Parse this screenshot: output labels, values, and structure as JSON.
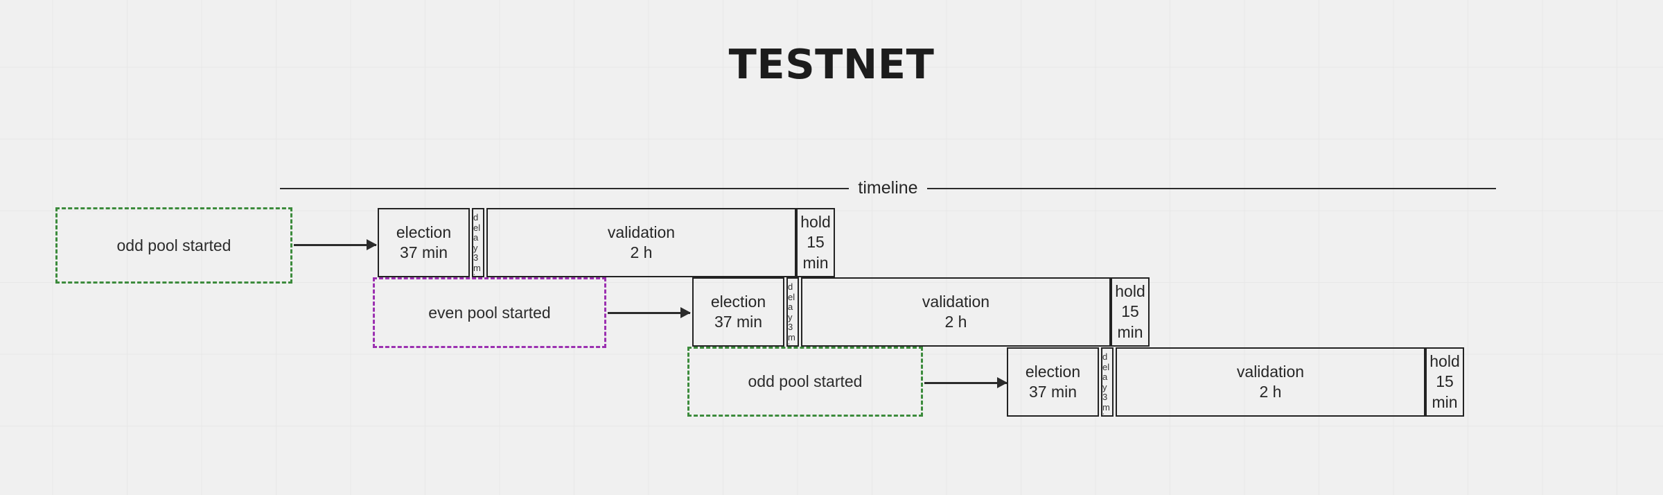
{
  "page": {
    "title": "TESTNET",
    "background_color": "#f0f0f0",
    "ink_color": "#222222"
  },
  "timeline": {
    "label": "timeline"
  },
  "colors": {
    "odd_pool_accent": "#3c8b3c",
    "even_pool_accent": "#9b30b0",
    "box_border": "#222222",
    "text": "#262626"
  },
  "events": [
    {
      "id": "event-1",
      "label": "odd pool started",
      "accent": "odd",
      "color": "#3c8b3c"
    },
    {
      "id": "event-2",
      "label": "even pool started",
      "accent": "even",
      "color": "#9b30b0"
    },
    {
      "id": "event-3",
      "label": "odd pool started",
      "accent": "odd",
      "color": "#3c8b3c"
    }
  ],
  "rows": [
    {
      "id": "row-1",
      "event": "odd pool started",
      "phases": [
        {
          "name": "election",
          "line1": "election",
          "line2": "37 min"
        },
        {
          "name": "delay",
          "text": "delay 3 min"
        },
        {
          "name": "validation",
          "line1": "validation",
          "line2": "2 h"
        },
        {
          "name": "hold",
          "line1": "hold",
          "line2": "15",
          "line3": "min"
        }
      ]
    },
    {
      "id": "row-2",
      "event": "even pool started",
      "phases": [
        {
          "name": "election",
          "line1": "election",
          "line2": "37 min"
        },
        {
          "name": "delay",
          "text": "delay 3 min"
        },
        {
          "name": "validation",
          "line1": "validation",
          "line2": "2 h"
        },
        {
          "name": "hold",
          "line1": "hold",
          "line2": "15",
          "line3": "min"
        }
      ]
    },
    {
      "id": "row-3",
      "event": "odd pool started",
      "phases": [
        {
          "name": "election",
          "line1": "election",
          "line2": "37 min"
        },
        {
          "name": "delay",
          "text": "delay 3 min"
        },
        {
          "name": "validation",
          "line1": "validation",
          "line2": "2 h"
        },
        {
          "name": "hold",
          "line1": "hold",
          "line2": "15",
          "line3": "min"
        }
      ]
    }
  ],
  "chart_data": {
    "type": "table",
    "title": "TESTNET",
    "xlabel": "timeline",
    "categories": [
      "election",
      "delay",
      "validation",
      "hold"
    ],
    "durations": [
      "37 min",
      "3 min",
      "2 h",
      "15 min"
    ],
    "series": [
      {
        "name": "odd pool started",
        "values": [
          "election 37 min",
          "delay 3 min",
          "validation 2 h",
          "hold 15 min"
        ]
      },
      {
        "name": "even pool started",
        "values": [
          "election 37 min",
          "delay 3 min",
          "validation 2 h",
          "hold 15 min"
        ]
      },
      {
        "name": "odd pool started",
        "values": [
          "election 37 min",
          "delay 3 min",
          "validation 2 h",
          "hold 15 min"
        ]
      }
    ]
  }
}
